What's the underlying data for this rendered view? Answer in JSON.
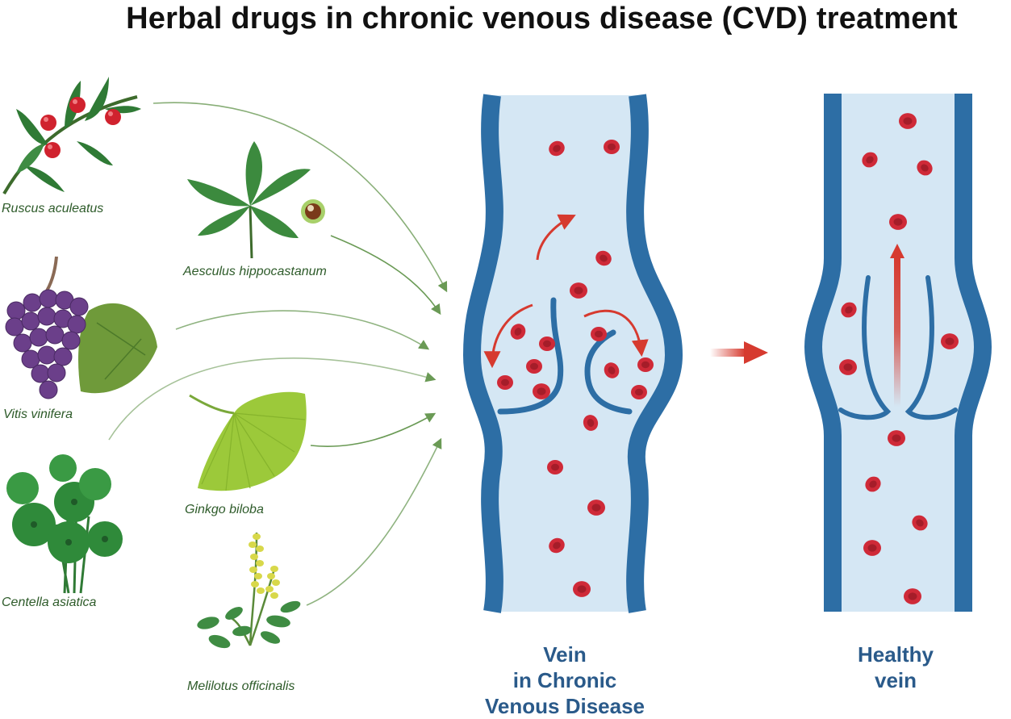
{
  "title": "Herbal drugs in chronic venous disease (CVD) treatment",
  "plants": [
    {
      "name": "Ruscus aculeatus"
    },
    {
      "name": "Aesculus hippocastanum"
    },
    {
      "name": "Vitis vinifera"
    },
    {
      "name": "Ginkgo biloba"
    },
    {
      "name": "Centella asiatica"
    },
    {
      "name": "Melilotus officinalis"
    }
  ],
  "veins": {
    "diseased": {
      "line1": "Vein",
      "line2": "in Chronic",
      "line3": "Venous Disease"
    },
    "healthy": {
      "line1": "Healthy",
      "line2": "vein"
    }
  },
  "colors": {
    "vein_wall": "#2d6ea5",
    "vein_lumen": "#d5e7f4",
    "blood_cell": "#cf2a38",
    "flow_arrow": "#d63a2f",
    "plant_arrow": "#6a9a55",
    "label_text": "#2a5a8a"
  }
}
